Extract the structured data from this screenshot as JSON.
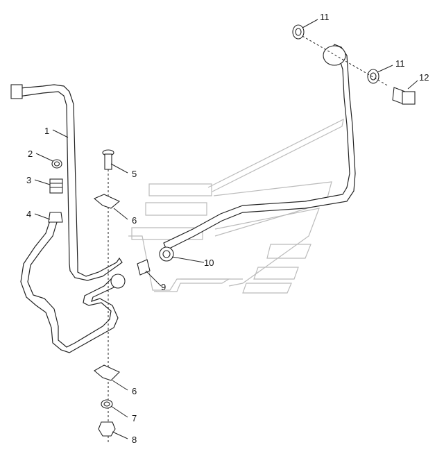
{
  "callouts": [
    {
      "id": "c1",
      "label": "1"
    },
    {
      "id": "c2",
      "label": "2"
    },
    {
      "id": "c3",
      "label": "3"
    },
    {
      "id": "c4",
      "label": "4"
    },
    {
      "id": "c5",
      "label": "5"
    },
    {
      "id": "c6a",
      "label": "6"
    },
    {
      "id": "c6b",
      "label": "6"
    },
    {
      "id": "c7",
      "label": "7"
    },
    {
      "id": "c8",
      "label": "8"
    },
    {
      "id": "c9",
      "label": "9"
    },
    {
      "id": "c10",
      "label": "10"
    },
    {
      "id": "c11a",
      "label": "11"
    },
    {
      "id": "c11b",
      "label": "11"
    },
    {
      "id": "c12",
      "label": "12"
    }
  ]
}
